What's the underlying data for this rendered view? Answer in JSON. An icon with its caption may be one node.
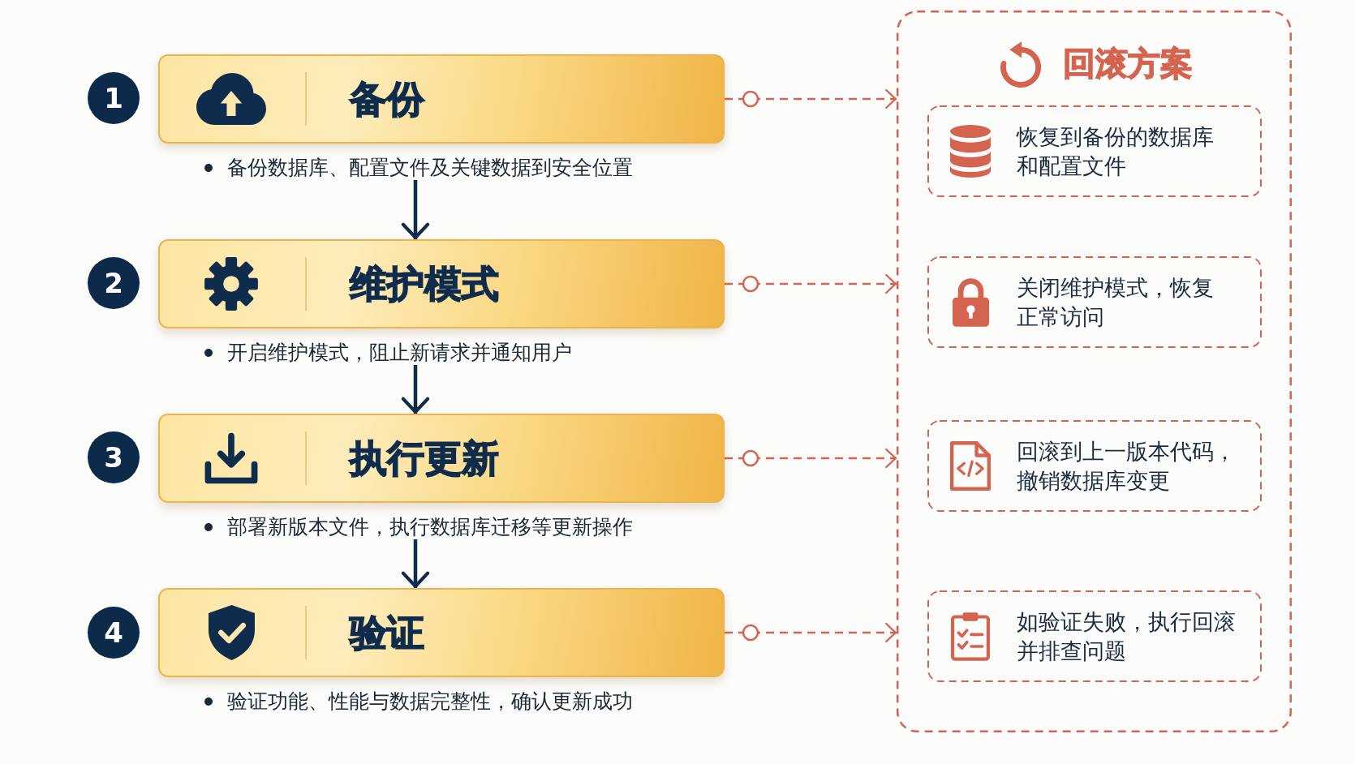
{
  "diagram": {
    "nodes": [
      {
        "text": [
          "1"
        ]
      },
      {
        "text": [
          "备份"
        ]
      },
      {
        "text": [
          "备份数据库、配置文件及关键数据到安全位置"
        ]
      },
      {
        "text": [
          "2"
        ]
      },
      {
        "text": [
          "维护模式"
        ]
      },
      {
        "text": [
          "开启维护模式，阻止新请求并通知用户"
        ]
      },
      {
        "text": [
          "3"
        ]
      },
      {
        "text": [
          "执行更新"
        ]
      },
      {
        "text": [
          "部署新版本文件，执行数据库迁移等更新操作"
        ]
      },
      {
        "text": [
          "4"
        ]
      },
      {
        "text": [
          "验证"
        ]
      },
      {
        "text": [
          "验证功能、性能与数据完整性，确认更新成功"
        ]
      },
      {
        "text": [
          "回滚方案"
        ]
      },
      {
        "text": [
          "恢复到备份的数据库和配置文件"
        ],
        "in": 12
      },
      {
        "text": [
          "关闭维护模式，恢复正常访问"
        ],
        "in": 12
      },
      {
        "text": [
          "回滚到上一版本代码，撤销数据库变更"
        ],
        "in": 12
      },
      {
        "text": [
          "如验证失败，执行回滚并排查问题"
        ],
        "in": 12
      }
    ],
    "edges": [
      {
        "from": 2,
        "to": 4,
        "arrow": "to",
        "color": "#0f2c4d"
      },
      {
        "from": 5,
        "to": 7,
        "arrow": "to",
        "color": "#0f2c4d"
      },
      {
        "from": 8,
        "to": 10,
        "arrow": "to",
        "color": "#0f2c4d"
      },
      {
        "from": 1,
        "to": 12,
        "arrow": "to",
        "style": "dashed",
        "color": "#d4644f"
      },
      {
        "from": 4,
        "to": 12,
        "arrow": "to",
        "style": "dashed",
        "color": "#d4644f"
      },
      {
        "from": 7,
        "to": 12,
        "arrow": "to",
        "style": "dashed",
        "color": "#d4644f"
      },
      {
        "from": 10,
        "to": 12,
        "arrow": "to",
        "style": "dashed",
        "color": "#d4644f"
      }
    ]
  }
}
